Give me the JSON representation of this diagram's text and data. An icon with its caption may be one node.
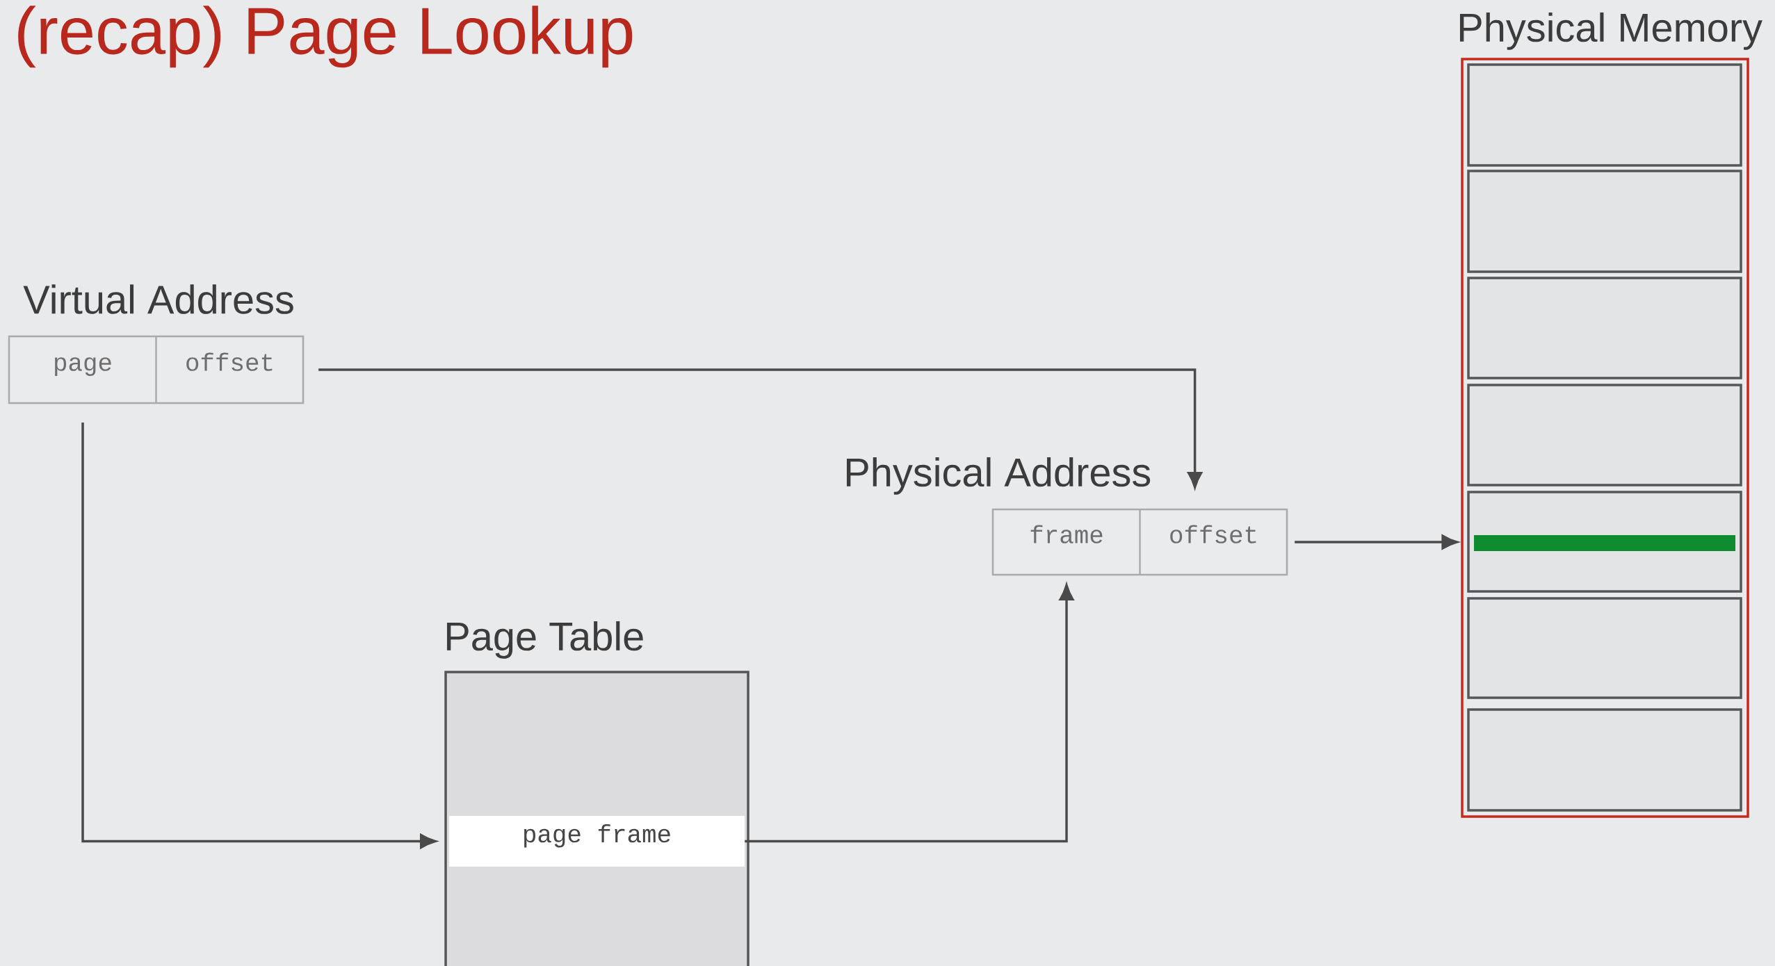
{
  "diagram": {
    "title": "(recap) Page Lookup",
    "nodes": [
      {
        "text": [
          "Virtual Address"
        ]
      },
      {
        "text": [
          "page"
        ],
        "in": 0
      },
      {
        "text": [
          "offset"
        ],
        "in": 0
      },
      {
        "text": [
          "Physical Address"
        ]
      },
      {
        "text": [
          "frame"
        ],
        "in": 3
      },
      {
        "text": [
          "offset"
        ],
        "in": 3
      },
      {
        "text": [
          "Page Table"
        ]
      },
      {
        "text": [
          "page frame"
        ],
        "in": 6
      },
      {
        "text": [
          "Physical Memory"
        ]
      },
      {
        "text": [],
        "shape": "box",
        "in": 8
      },
      {
        "text": [],
        "shape": "box",
        "in": 8
      },
      {
        "text": [],
        "shape": "box",
        "in": 8
      },
      {
        "text": [],
        "shape": "box",
        "in": 8
      },
      {
        "text": [],
        "shape": "box",
        "in": 8
      },
      {
        "text": [],
        "shape": "box",
        "in": 8
      },
      {
        "text": [],
        "shape": "box",
        "in": 8
      }
    ],
    "edges": [
      {
        "from": 2,
        "to": 5,
        "arrow": "to"
      },
      {
        "from": 1,
        "to": 7,
        "arrow": "to"
      },
      {
        "from": 7,
        "to": 4,
        "arrow": "to"
      },
      {
        "from": 5,
        "to": 8,
        "arrow": "to"
      }
    ]
  }
}
